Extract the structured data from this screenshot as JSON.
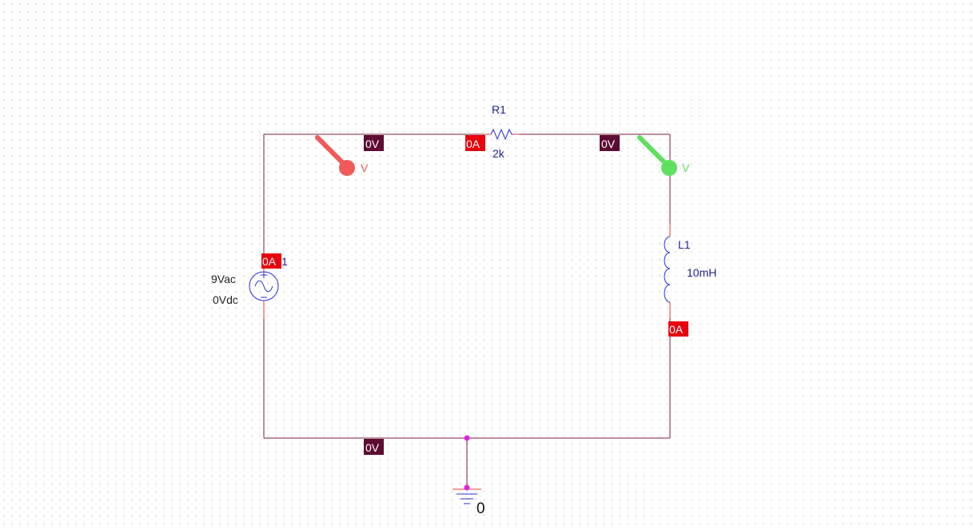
{
  "components": {
    "source": {
      "amplitude": "9Vac",
      "offset": "0Vdc",
      "ref_suffix": "1"
    },
    "resistor": {
      "ref": "R1",
      "value": "2k"
    },
    "inductor": {
      "ref": "L1",
      "value": "10mH"
    },
    "ground": {
      "label": "0"
    }
  },
  "markers": {
    "voltage_left": {
      "label": "V",
      "color": "#f25a5a"
    },
    "voltage_right": {
      "label": "V",
      "color": "#5fe05f"
    }
  },
  "bias_labels": {
    "voltage_top_left": "0V",
    "voltage_top_right": "0V",
    "voltage_bottom": "0V",
    "current_resistor": "0A",
    "current_source": "0A",
    "current_inductor": "0A"
  },
  "colors": {
    "wire": "#7a1f3d",
    "component": "#2b2bd9",
    "voltage_badge": "#5e0b32",
    "current_badge": "#e8000c",
    "junction": "#e020e0"
  }
}
